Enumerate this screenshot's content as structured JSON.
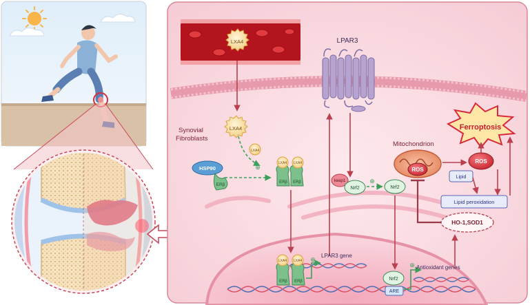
{
  "labels": {
    "lxa4_vessel": "LXA4",
    "lxa4_cell": "LXA4",
    "lxa4_small": "LXA4",
    "lxa4_nucleus_a": "LXA4",
    "lxa4_nucleus_b": "LXA4",
    "lxa4_dimer_a": "LXA4",
    "lxa4_dimer_b": "LXA4",
    "lpar3": "LPAR3",
    "synovial_line1": "Synovial",
    "synovial_line2": "Fibroblasts",
    "hsp90": "HSP90",
    "er_beta": "ERβ",
    "er_beta_dimer_a": "ERβ",
    "er_beta_dimer_b": "ERβ",
    "er_beta_nuc_a": "ERβ",
    "er_beta_nuc_b": "ERβ",
    "keap1": "keap1",
    "nrf2_a": "Nrf2",
    "nrf2_b": "Nrf2",
    "nrf2_nucleus": "Nrf2",
    "are": "ARE",
    "lpar3_gene": "LPAR3 gene",
    "antioxidant_genes": "Antioxidant genes",
    "mitochondrion": "Mitochondrion",
    "ros_mito": "ROS",
    "ros": "ROS",
    "ferroptosis": "Ferroptosis",
    "lipid": "Lipid",
    "lipid_peroxidation": "Lipid peroxidation",
    "ho1_sod1": "HO-1,SOD1",
    "plus_sign": "⊕"
  },
  "colors": {
    "membrane": "#e79aac",
    "cytoplasm": "#fbe3e8",
    "vessel": "#b4141d",
    "lpar3": "#b7a3d0",
    "ferroptosis": "#d8283a",
    "arrow_red": "#b8404f",
    "arrow_green": "#3aa05a",
    "er_green": "#7cc08c",
    "hsp90_blue": "#5b9ed6"
  }
}
